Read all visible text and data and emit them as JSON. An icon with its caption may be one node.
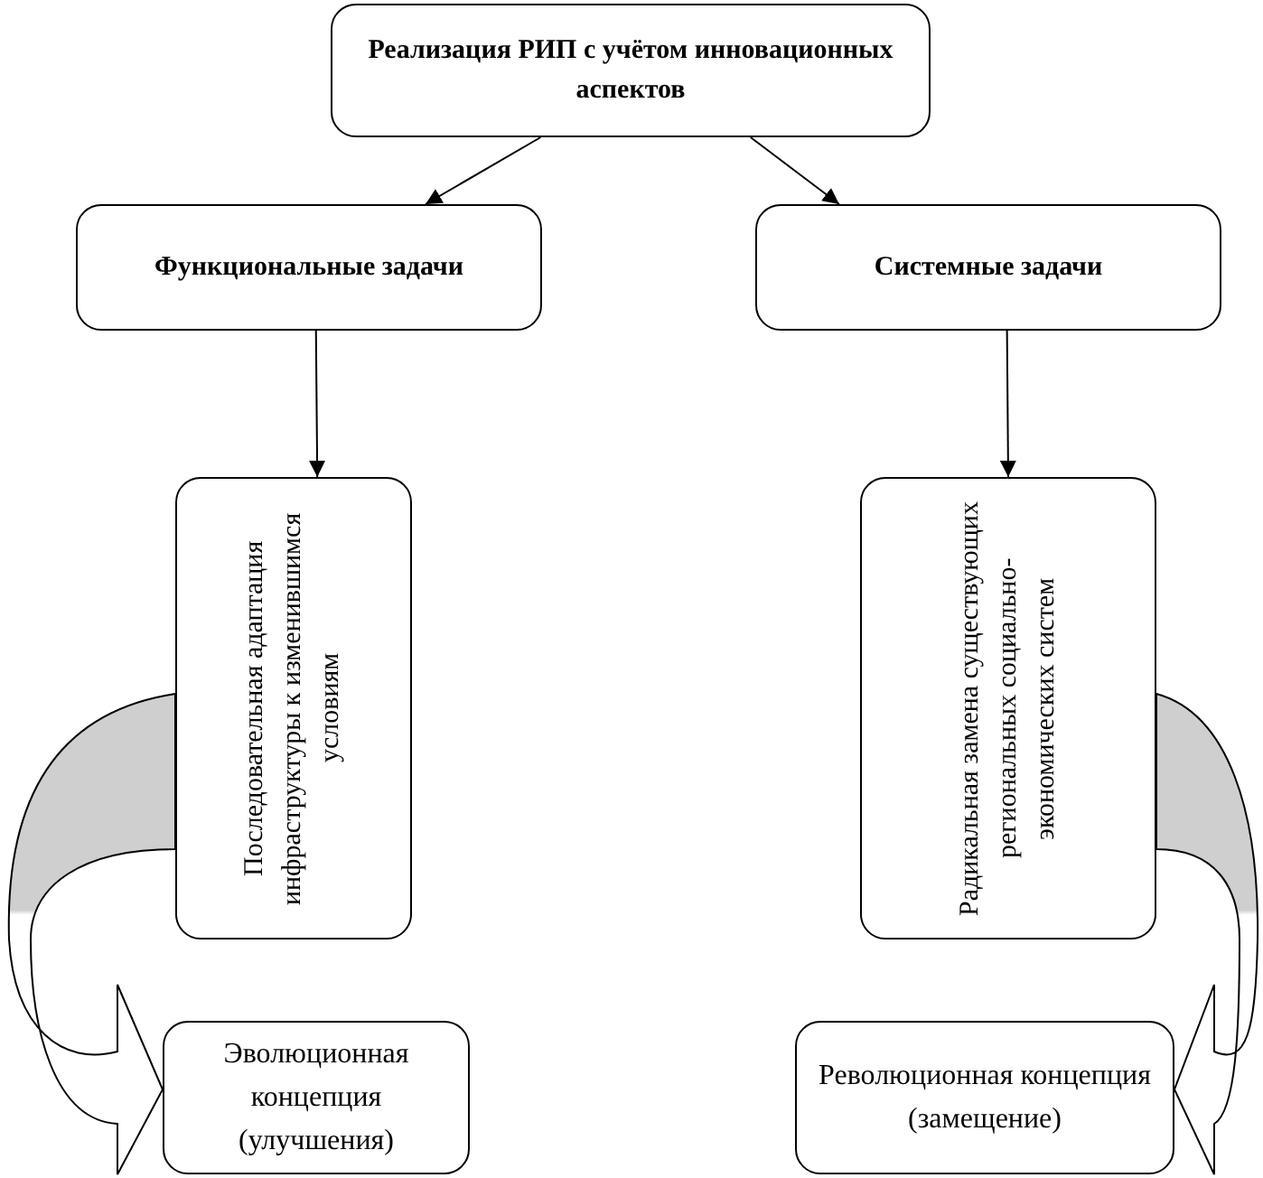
{
  "diagram": {
    "nodes": [
      {
        "text": [
          "Реализация РИП с учётом инновационных аспектов"
        ]
      },
      {
        "text": [
          "Функциональные задачи"
        ]
      },
      {
        "text": [
          "Системные задачи"
        ]
      },
      {
        "text": [
          "Последовательная адаптация инфраструктуры к изменившимся условиям"
        ]
      },
      {
        "text": [
          "Радикальная замена существующих региональных социально- экономических систем"
        ]
      },
      {
        "text": [
          "Эволюционная концепция (улучшения)"
        ]
      },
      {
        "text": [
          "Революционная концепция (замещение)"
        ]
      }
    ],
    "edges": [
      {
        "from": 0,
        "to": 1,
        "arrow": "to"
      },
      {
        "from": 0,
        "to": 2,
        "arrow": "to"
      },
      {
        "from": 1,
        "to": 3,
        "arrow": "to"
      },
      {
        "from": 2,
        "to": 4,
        "arrow": "to"
      },
      {
        "from": 3,
        "to": 5,
        "arrow": "to"
      },
      {
        "from": 4,
        "to": 6,
        "arrow": "to"
      }
    ]
  }
}
